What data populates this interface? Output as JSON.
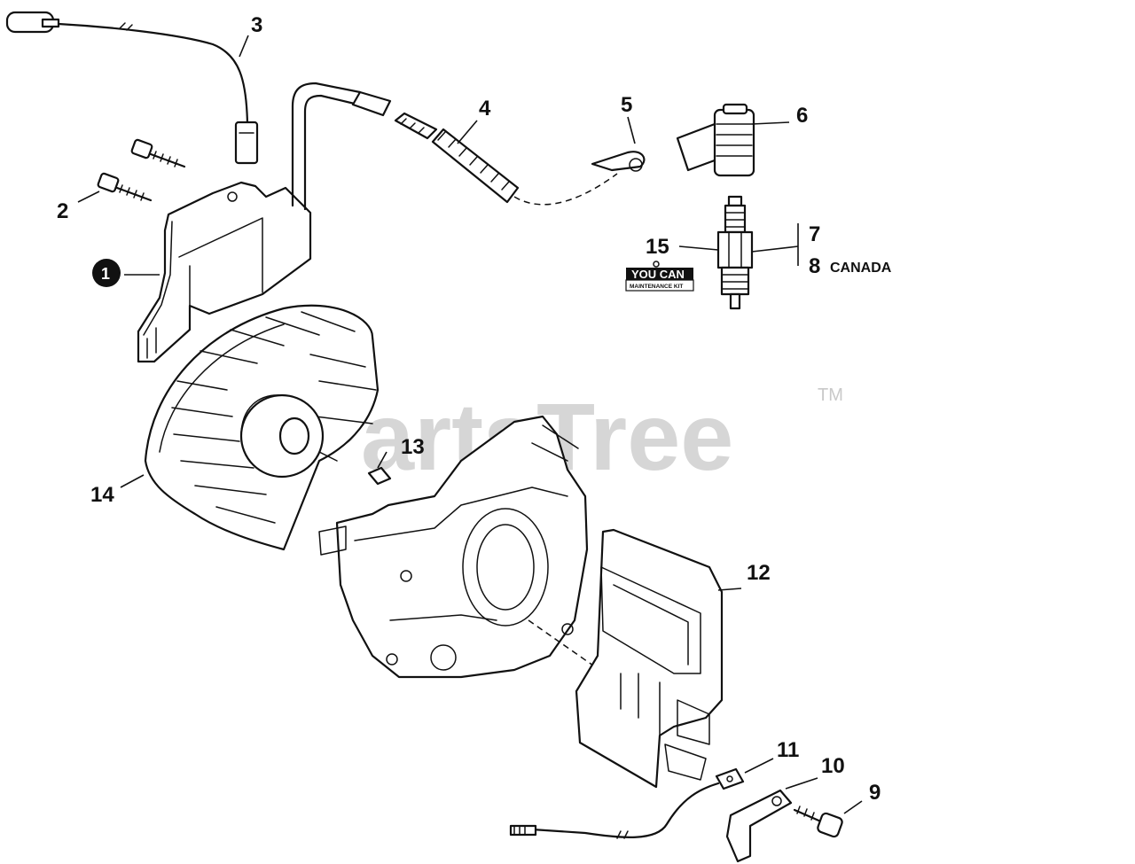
{
  "watermark": {
    "brand": "PartsTree",
    "trademark": "TM"
  },
  "callouts": [
    {
      "id": "1",
      "highlighted": true
    },
    {
      "id": "2"
    },
    {
      "id": "3"
    },
    {
      "id": "4"
    },
    {
      "id": "5"
    },
    {
      "id": "6"
    },
    {
      "id": "7"
    },
    {
      "id": "8",
      "note": "CANADA"
    },
    {
      "id": "9"
    },
    {
      "id": "10"
    },
    {
      "id": "11"
    },
    {
      "id": "12"
    },
    {
      "id": "13"
    },
    {
      "id": "14"
    },
    {
      "id": "15"
    }
  ],
  "kit_logo": {
    "line1": "YOU CAN",
    "line2": "MAINTENANCE KIT"
  },
  "colors": {
    "ink": "#111111",
    "watermark": "#c9c9c9",
    "background": "#ffffff"
  }
}
